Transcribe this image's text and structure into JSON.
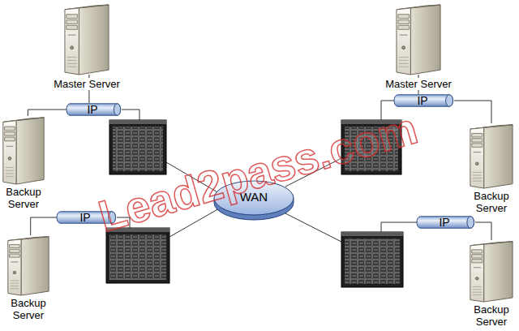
{
  "diagram": {
    "nodes": [
      {
        "text": [
          "Master Server"
        ]
      },
      {
        "text": [
          "Master Server"
        ]
      },
      {
        "text": [
          "IP"
        ]
      },
      {
        "text": [
          "IP"
        ]
      },
      {
        "text": [
          "Backup Server"
        ]
      },
      {
        "text": [
          "Backup Server"
        ]
      },
      {
        "text": [
          "WAN"
        ]
      },
      {
        "text": [
          "IP"
        ]
      },
      {
        "text": [
          "IP"
        ]
      },
      {
        "text": [
          "Backup Server"
        ]
      },
      {
        "text": [
          "Backup Server"
        ]
      }
    ],
    "edges": [
      {
        "from": 0,
        "to": 2,
        "arrow": "none"
      },
      {
        "from": 4,
        "to": 2,
        "arrow": "none"
      },
      {
        "from": 1,
        "to": 3,
        "arrow": "none"
      },
      {
        "from": 5,
        "to": 3,
        "arrow": "none"
      },
      {
        "from": 9,
        "to": 7,
        "arrow": "none"
      },
      {
        "from": 10,
        "to": 8,
        "arrow": "none"
      }
    ],
    "labels": [
      "Lead2pass.com"
    ]
  }
}
